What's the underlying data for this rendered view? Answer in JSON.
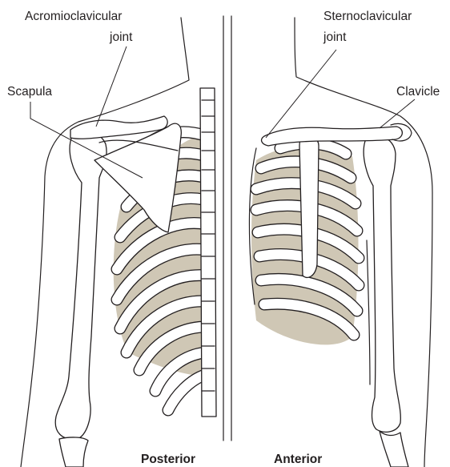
{
  "figure": {
    "labels": {
      "acromioclavicular_line1": "Acromioclavicular",
      "acromioclavicular_line2": "joint",
      "scapula": "Scapula",
      "sternoclavicular_line1": "Sternoclavicular",
      "sternoclavicular_line2": "joint",
      "clavicle": "Clavicle"
    },
    "captions": {
      "posterior": "Posterior",
      "anterior": "Anterior"
    },
    "colors": {
      "ink": "#231f20",
      "bone": "#ffffff",
      "intercostal_space": "#cfc7b5"
    }
  }
}
